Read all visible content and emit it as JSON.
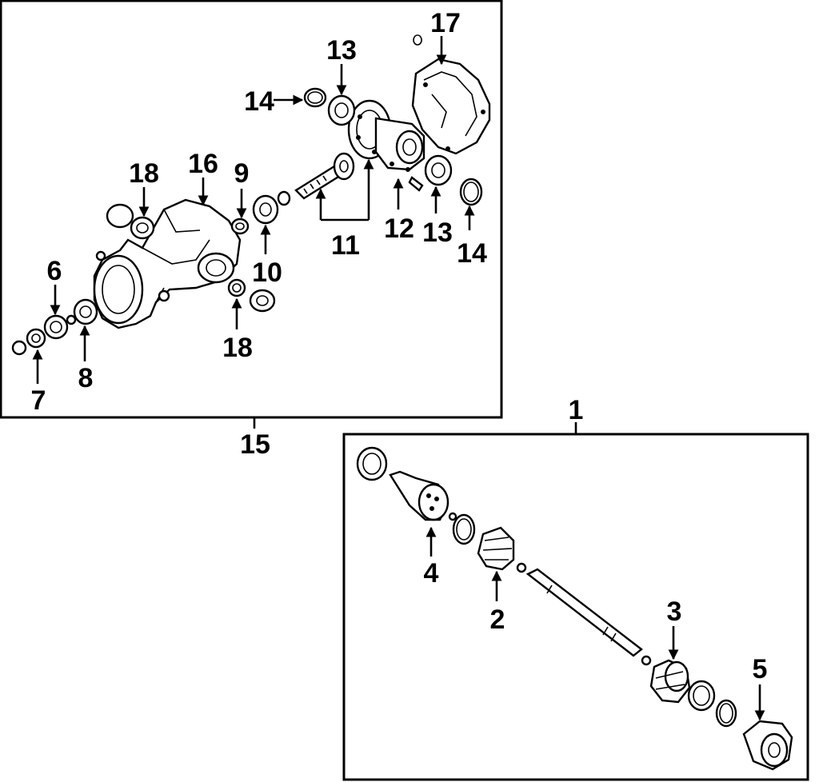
{
  "callouts": {
    "c1": "1",
    "c2": "2",
    "c3": "3",
    "c4": "4",
    "c5": "5",
    "c6": "6",
    "c7": "7",
    "c8": "8",
    "c9": "9",
    "c10": "10",
    "c11": "11",
    "c12": "12",
    "c13a": "13",
    "c13b": "13",
    "c14a": "14",
    "c14b": "14",
    "c15": "15",
    "c16": "16",
    "c17": "17",
    "c18a": "18",
    "c18b": "18"
  },
  "colors": {
    "ink": "#000000",
    "paper": "#ffffff"
  }
}
